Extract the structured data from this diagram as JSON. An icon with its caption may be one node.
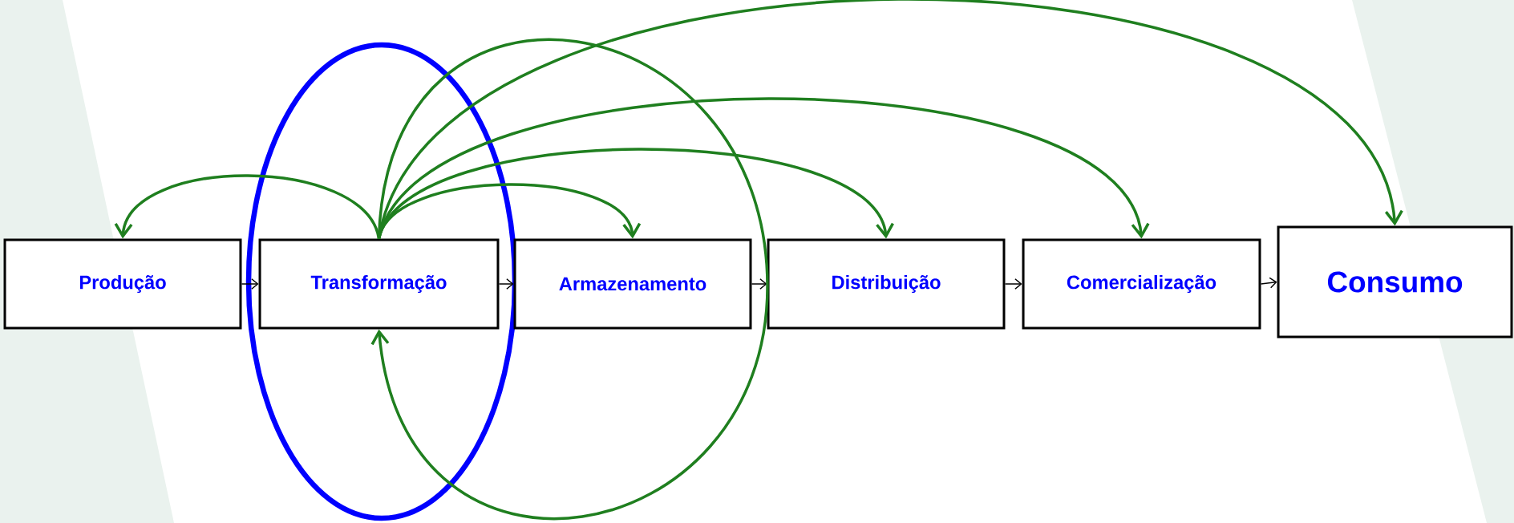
{
  "diagram": {
    "nodes": [
      {
        "text": [
          "Produção"
        ]
      },
      {
        "text": [
          "Transformação"
        ]
      },
      {
        "text": [
          "Armazenamento"
        ]
      },
      {
        "text": [
          "Distribuição"
        ]
      },
      {
        "text": [
          "Comercialização"
        ]
      },
      {
        "text": [
          "Consumo"
        ]
      }
    ],
    "edges": [
      {
        "from": 0,
        "to": 1,
        "arrow": "to",
        "color": "#000000"
      },
      {
        "from": 1,
        "to": 2,
        "arrow": "to",
        "color": "#000000"
      },
      {
        "from": 2,
        "to": 3,
        "arrow": "to",
        "color": "#000000"
      },
      {
        "from": 3,
        "to": 4,
        "arrow": "to",
        "color": "#000000"
      },
      {
        "from": 4,
        "to": 5,
        "arrow": "to",
        "color": "#000000"
      },
      {
        "from": 1,
        "to": 0,
        "arrow": "to"
      },
      {
        "from": 1,
        "to": 2,
        "arrow": "to"
      },
      {
        "from": 1,
        "to": 3,
        "arrow": "to"
      },
      {
        "from": 1,
        "to": 4,
        "arrow": "to"
      },
      {
        "from": 1,
        "to": 5,
        "arrow": "to"
      },
      {
        "from": 1,
        "to": 1,
        "arrow": "to"
      }
    ]
  }
}
